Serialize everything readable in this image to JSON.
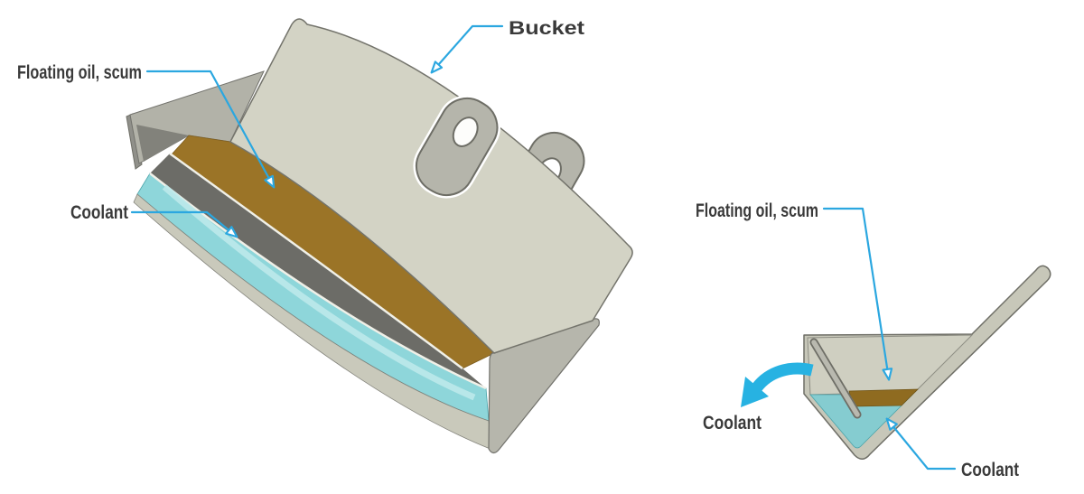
{
  "figure": {
    "description_labels_only": true,
    "left_view": {
      "labels": {
        "floating_oil": "Floating oil, scum",
        "coolant": "Coolant",
        "bucket": "Bucket"
      }
    },
    "right_view": {
      "labels": {
        "floating_oil": "Floating oil, scum",
        "coolant_flow": "Coolant",
        "coolant": "Coolant"
      }
    },
    "colors": {
      "metal_light": "#d3d3c5",
      "metal_medium": "#b5b5ab",
      "metal_shadow": "#82827b",
      "divider_dark": "#6c6c67",
      "oil_brown": "#9b7427",
      "oil_brown_right": "#8f6b20",
      "coolant_cyan": "#8ed6da",
      "coolant_cyan_right": "#85ccd0",
      "leader_blue": "#2ba7e0",
      "flow_arrow_cyan": "#27b2e2",
      "label_text": "#3a3a3a"
    }
  }
}
